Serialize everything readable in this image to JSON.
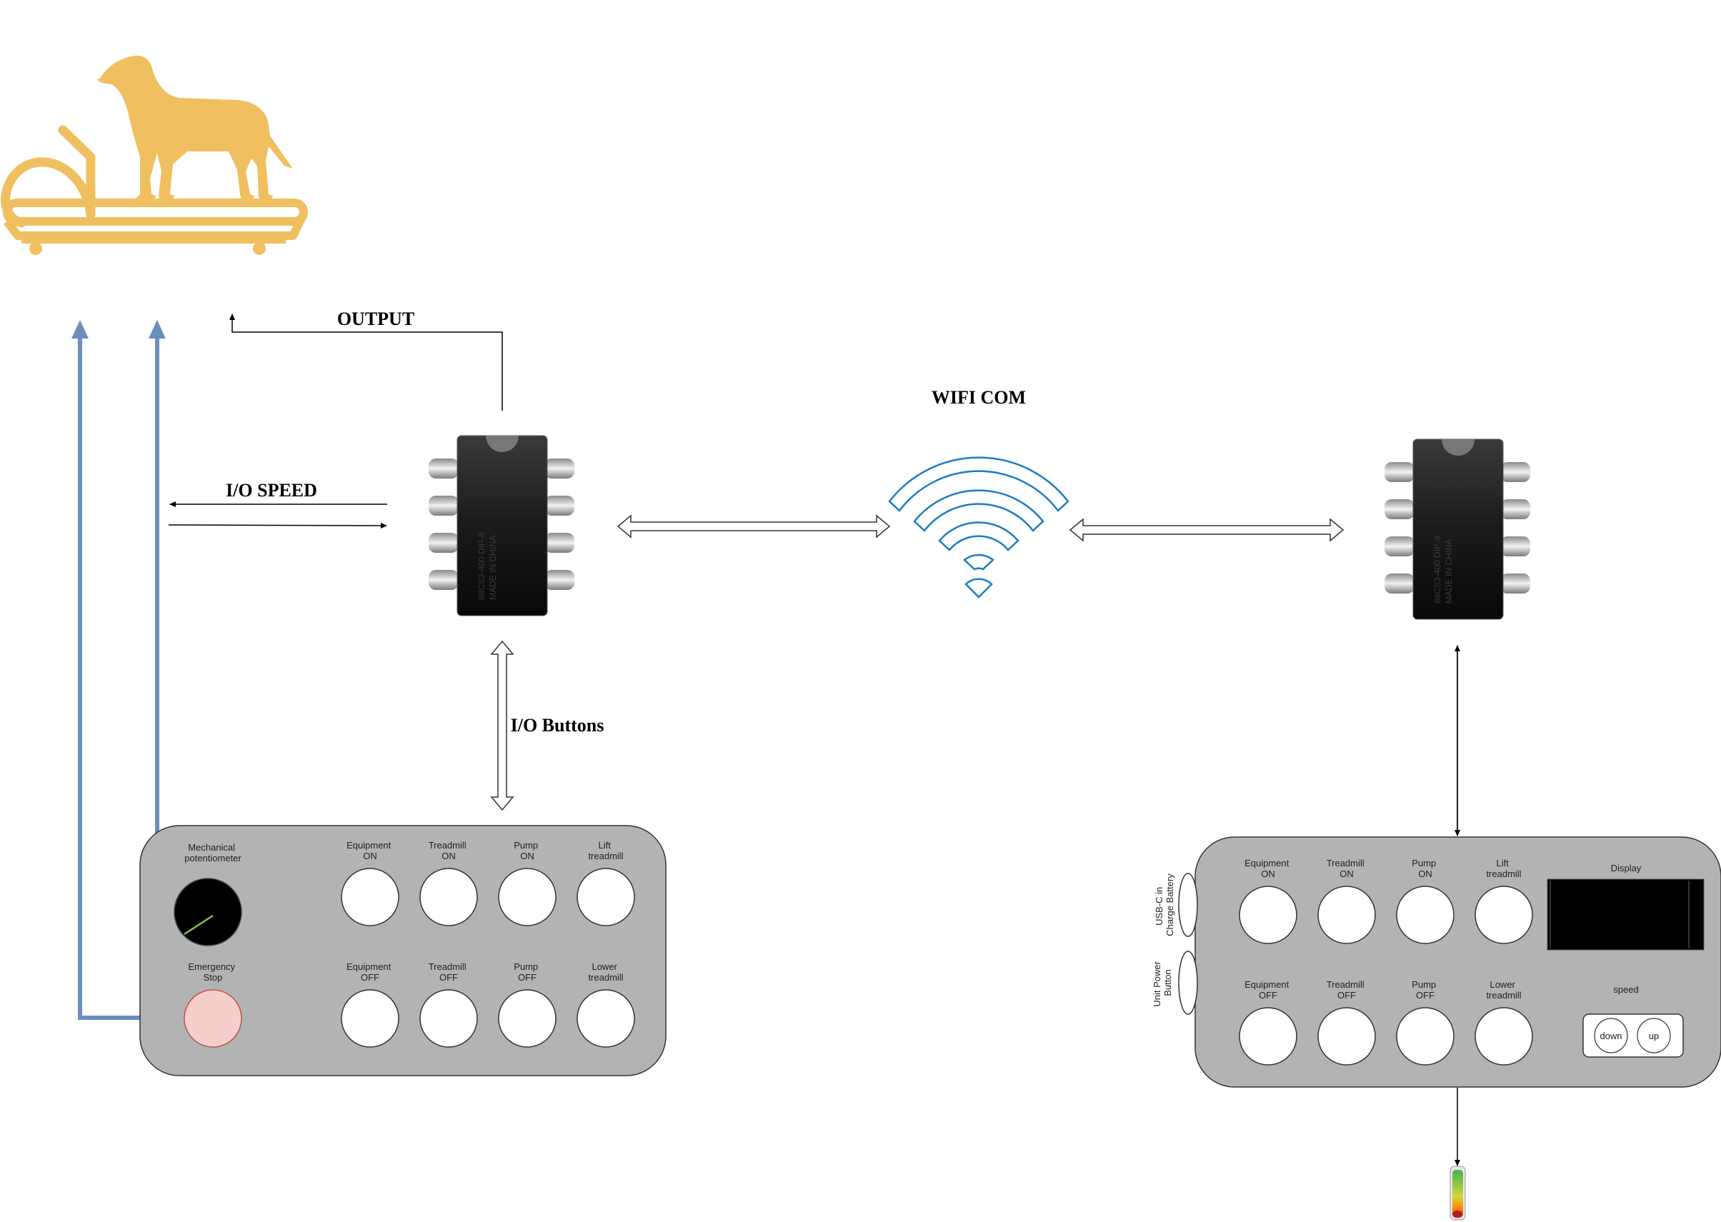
{
  "labels": {
    "output": "OUTPUT",
    "io_speed": "I/O SPEED",
    "wifi_com": "WIFI COM",
    "io_buttons": "I/O Buttons"
  },
  "chip": {
    "line1": "88CS3-400 DIP-8",
    "line2": "MADE IN CHINA"
  },
  "left_panel": {
    "potentiometer_label": [
      "Mechanical",
      "potentiometer"
    ],
    "emergency_label": [
      "Emergency",
      "Stop"
    ],
    "top_buttons": [
      [
        "Equipment",
        "ON"
      ],
      [
        "Treadmill",
        "ON"
      ],
      [
        "Pump",
        "ON"
      ],
      [
        "Lift",
        "treadmill"
      ]
    ],
    "bottom_buttons": [
      [
        "Equipment",
        "OFF"
      ],
      [
        "Treadmill",
        "OFF"
      ],
      [
        "Pump",
        "OFF"
      ],
      [
        "Lower",
        "treadmill"
      ]
    ]
  },
  "right_panel": {
    "top_buttons": [
      [
        "Equipment",
        "ON"
      ],
      [
        "Treadmill",
        "ON"
      ],
      [
        "Pump",
        "ON"
      ],
      [
        "Lift",
        "treadmill"
      ]
    ],
    "bottom_buttons": [
      [
        "Equipment",
        "OFF"
      ],
      [
        "Treadmill",
        "OFF"
      ],
      [
        "Pump",
        "OFF"
      ],
      [
        "Lower",
        "treadmill"
      ]
    ],
    "usb_label": [
      "USB-C in",
      "Charge Battery"
    ],
    "power_label": [
      "Unit Power",
      "Button"
    ],
    "display_label": "Display",
    "speed_label": "speed",
    "down_label": "down",
    "up_label": "up"
  },
  "colors": {
    "treadmill_dog": "#F0C060",
    "connector_blue": "#6C8EBF",
    "panel_gray": "#B3B3B3",
    "wifi_blue": "#1A7CC4",
    "emergency_pink": "#F8CECC"
  },
  "icons": [
    "dog-on-treadmill-icon",
    "ic-chip-icon",
    "wifi-icon",
    "battery-icon"
  ]
}
